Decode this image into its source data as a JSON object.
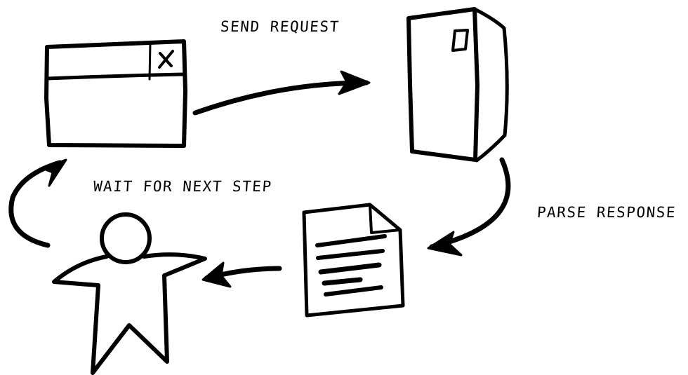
{
  "labels": {
    "send_request": "SEND REQUEST",
    "parse_response": "PARSE RESPONSE",
    "wait_for_next_step": "WAIT FOR NEXT STEP"
  },
  "nodes": [
    {
      "id": "window",
      "icon": "browser-window-icon"
    },
    {
      "id": "server",
      "icon": "server-tower-icon"
    },
    {
      "id": "document",
      "icon": "document-icon"
    },
    {
      "id": "person",
      "icon": "person-icon"
    }
  ],
  "edges": [
    {
      "from": "window",
      "to": "server",
      "label": "SEND REQUEST"
    },
    {
      "from": "server",
      "to": "document",
      "label": "PARSE RESPONSE"
    },
    {
      "from": "document",
      "to": "person",
      "label": ""
    },
    {
      "from": "person",
      "to": "window",
      "label": "WAIT FOR NEXT STEP"
    }
  ],
  "colors": {
    "ink": "#000000",
    "background": "#ffffff"
  }
}
